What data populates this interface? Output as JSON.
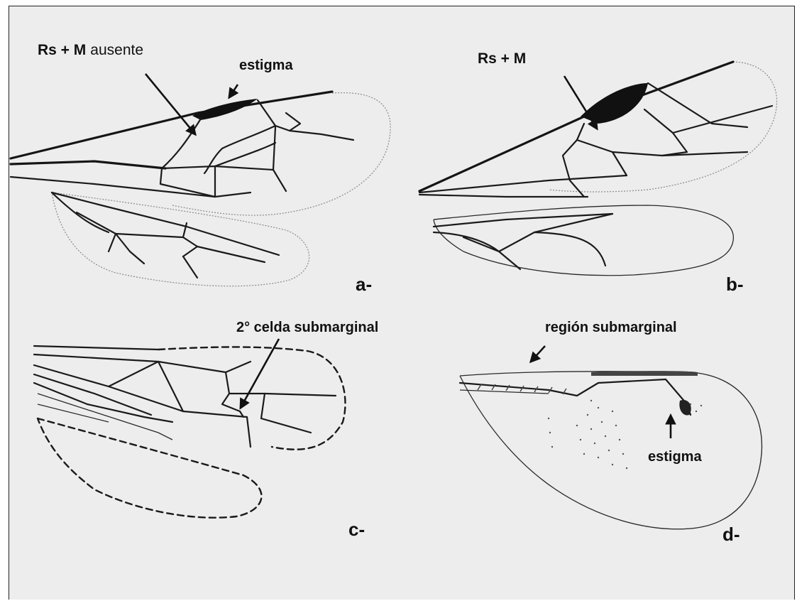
{
  "figure": {
    "panels": [
      {
        "letter": "a-",
        "labels": [
          "Rs + M",
          "ausente",
          "estigma"
        ]
      },
      {
        "letter": "b-",
        "labels": [
          "Rs + M"
        ]
      },
      {
        "letter": "c-",
        "labels": [
          "2° celda submarginal"
        ]
      },
      {
        "letter": "d-",
        "labels": [
          "región submarginal",
          "estigma"
        ]
      }
    ],
    "colors": {
      "background": "#ededed",
      "ink": "#111111"
    }
  }
}
